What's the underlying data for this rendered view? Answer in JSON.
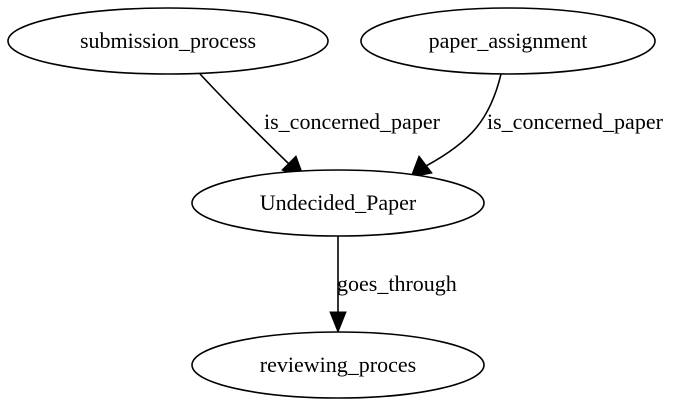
{
  "graph": {
    "nodes": {
      "submission_process": {
        "label": "submission_process"
      },
      "paper_assignment": {
        "label": "paper_assignment"
      },
      "undecided_paper": {
        "label": "Undecided_Paper"
      },
      "reviewing_proces": {
        "label": "reviewing_proces"
      }
    },
    "edges": {
      "submission_to_undecided": {
        "label": "is_concerned_paper",
        "from": "submission_process",
        "to": "Undecided_Paper"
      },
      "assignment_to_undecided": {
        "label": "is_concerned_paper",
        "from": "paper_assignment",
        "to": "Undecided_Paper"
      },
      "undecided_to_reviewing": {
        "label": "goes_through",
        "from": "Undecided_Paper",
        "to": "reviewing_proces"
      }
    }
  }
}
